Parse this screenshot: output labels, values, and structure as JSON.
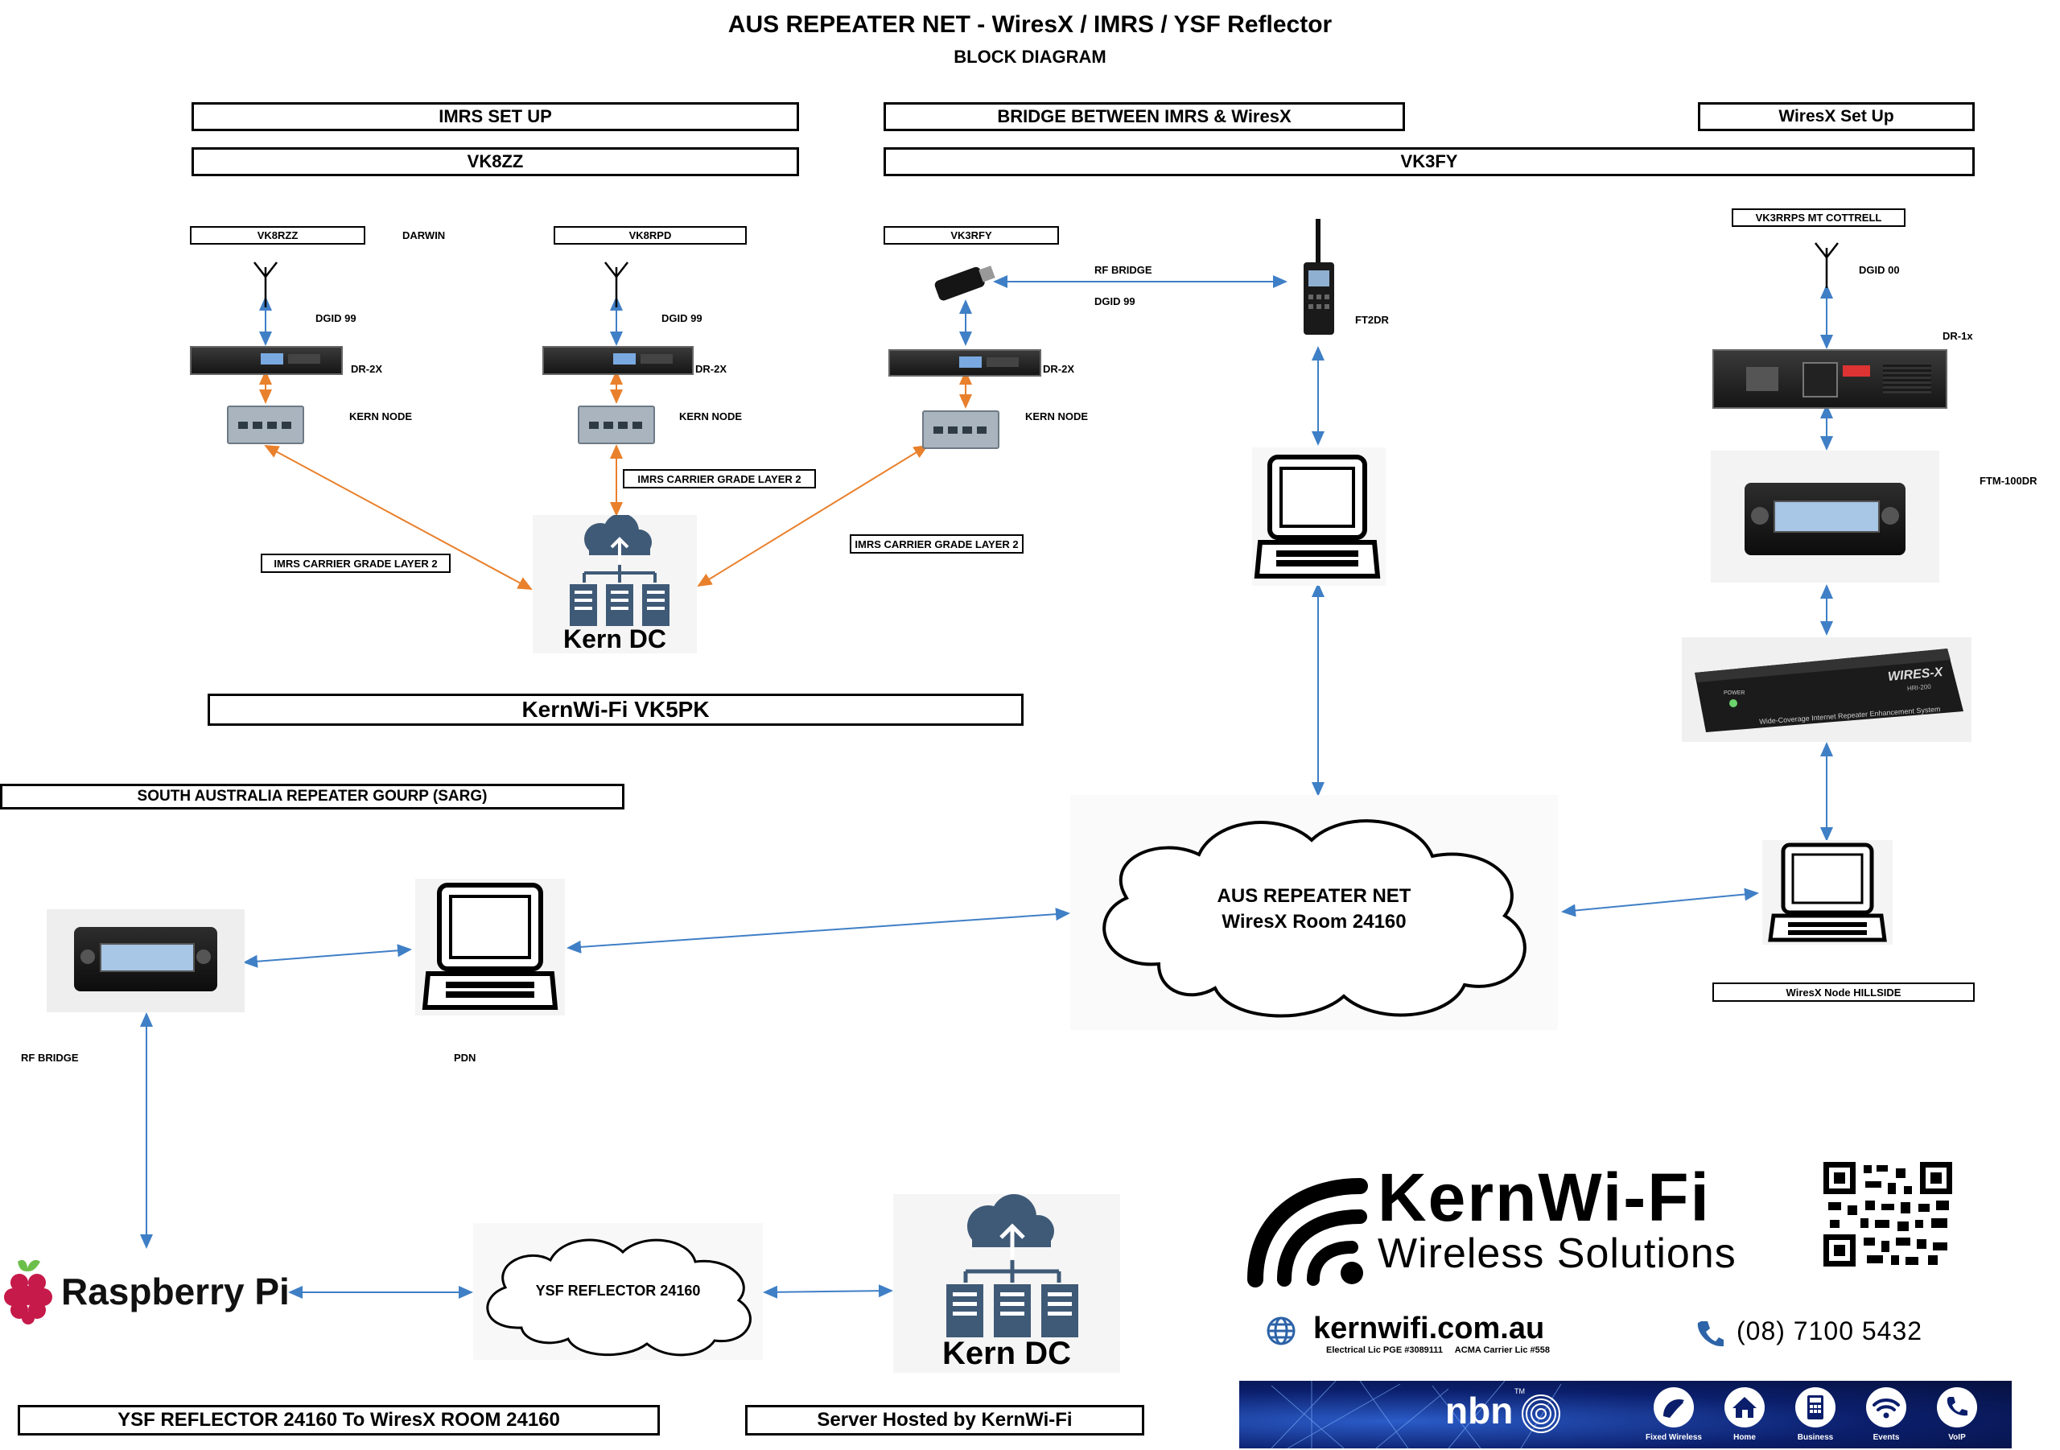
{
  "header": {
    "title": "AUS REPEATER NET - WiresX / IMRS / YSF Reflector",
    "subtitle": "BLOCK DIAGRAM"
  },
  "sections": {
    "imrs_setup": "IMRS SET UP",
    "vk8zz": "VK8ZZ",
    "bridge": "BRIDGE BETWEEN IMRS & WiresX",
    "vk3fy": "VK3FY",
    "wiresx_setup": "WiresX Set Up",
    "kernwifi_vk5pk": "KernWi-Fi VK5PK",
    "sarg": "SOUTH AUSTRALIA REPEATER GOURP (SARG)",
    "ysf_to_wiresx": "YSF REFLECTOR 24160 To WiresX ROOM 24160",
    "server_hosted": "Server Hosted by KernWi-Fi"
  },
  "nodes": {
    "vk8rzz": "VK8RZZ",
    "darwin": "DARWIN",
    "vk8rpd": "VK8RPD",
    "vk3rfy": "VK3RFY",
    "vk3rrps": "VK3RRPS MT COTTRELL",
    "dgid99_a": "DGID 99",
    "dgid99_b": "DGID 99",
    "dgid99_c": "DGID 99",
    "dgid00": "DGID 00",
    "dr2x_a": "DR-2X",
    "dr2x_b": "DR-2X",
    "dr2x_c": "DR-2X",
    "dr1x": "DR-1x",
    "kern_node_a": "KERN NODE",
    "kern_node_b": "KERN NODE",
    "kern_node_c": "KERN NODE",
    "rf_bridge_top": "RF BRIDGE",
    "ft2dr": "FT2DR",
    "ftm100dr": "FTM-100DR",
    "imrs_layer2_a": "IMRS CARRIER GRADE LAYER 2",
    "imrs_layer2_b": "IMRS CARRIER GRADE LAYER 2",
    "imrs_layer2_c": "IMRS CARRIER GRADE LAYER 2",
    "kern_dc_top": "Kern DC",
    "kern_dc_bottom": "Kern DC",
    "wiresx_node_hillside": "WiresX Node HILLSIDE",
    "rf_bridge_left": "RF BRIDGE",
    "pdn": "PDN",
    "cloud_line1": "AUS REPEATER NET",
    "cloud_line2": "WiresX Room 24160",
    "ysf_reflector": "YSF REFLECTOR 24160",
    "raspberry_pi": "Raspberry Pi",
    "hrl_brand": "WIRES-X",
    "hrl_caption": "Wide-Coverage Internet Repeater Enhancement System",
    "hrl_model": "HRI-200",
    "hrl_power": "POWER"
  },
  "branding": {
    "name": "KernWi-Fi",
    "tagline": "Wireless Solutions",
    "website": "kernwifi.com.au",
    "licences": "Electrical Lic PGE #3089111     ACMA Carrier Lic #558",
    "phone": "(08) 7100 5432",
    "nbn": "nbn",
    "nbn_tm": "TM",
    "services": [
      "Fixed Wireless",
      "Home",
      "Business",
      "Events",
      "VoIP"
    ]
  },
  "colors": {
    "blue_link": "#3f7fc6",
    "orange_link": "#e9802c",
    "dc_blue": "#3f5a77",
    "nbn_bg": "#0b1e6b"
  }
}
